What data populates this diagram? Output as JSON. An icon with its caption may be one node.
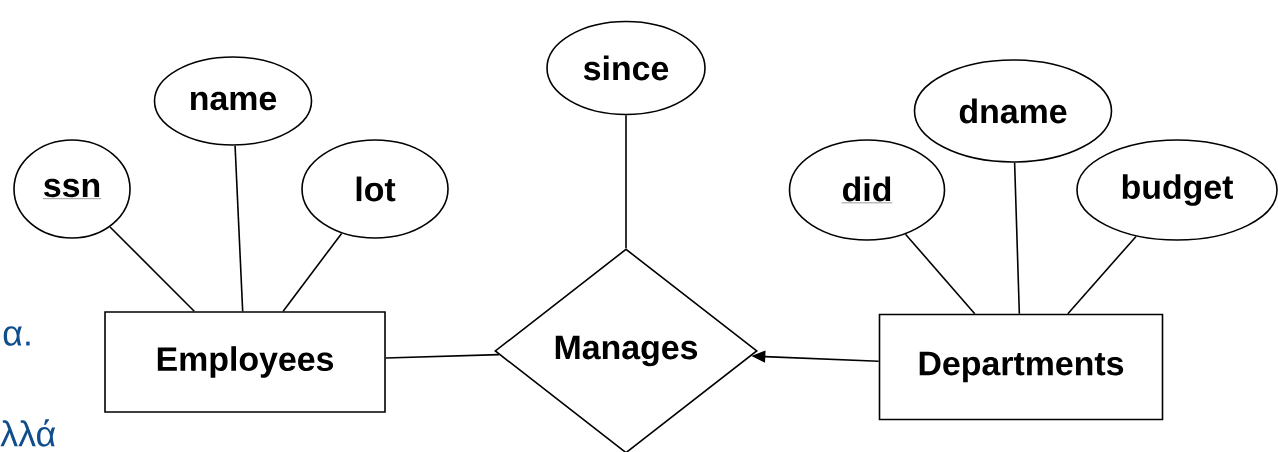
{
  "diagram": {
    "nodes": [
      {
        "text": [
          "Employees"
        ]
      },
      {
        "text": [
          "ssn"
        ]
      },
      {
        "text": [
          "name"
        ]
      },
      {
        "text": [
          "lot"
        ]
      },
      {
        "text": [
          "Manages"
        ]
      },
      {
        "text": [
          "since"
        ]
      },
      {
        "text": [
          "Departments"
        ]
      },
      {
        "text": [
          "did"
        ]
      },
      {
        "text": [
          "dname"
        ]
      },
      {
        "text": [
          "budget"
        ]
      }
    ],
    "edges": [
      {
        "from": 1,
        "to": 0,
        "arrow": "none"
      },
      {
        "from": 2,
        "to": 0,
        "arrow": "none"
      },
      {
        "from": 3,
        "to": 0,
        "arrow": "none"
      },
      {
        "from": 0,
        "to": 4,
        "arrow": "none"
      },
      {
        "from": 5,
        "to": 4,
        "arrow": "none"
      },
      {
        "from": 6,
        "to": 4,
        "arrow": "to"
      },
      {
        "from": 7,
        "to": 6,
        "arrow": "none"
      },
      {
        "from": 8,
        "to": 6,
        "arrow": "none"
      },
      {
        "from": 9,
        "to": 6,
        "arrow": "none"
      }
    ],
    "labels": [
      "α.",
      "λλά"
    ]
  }
}
